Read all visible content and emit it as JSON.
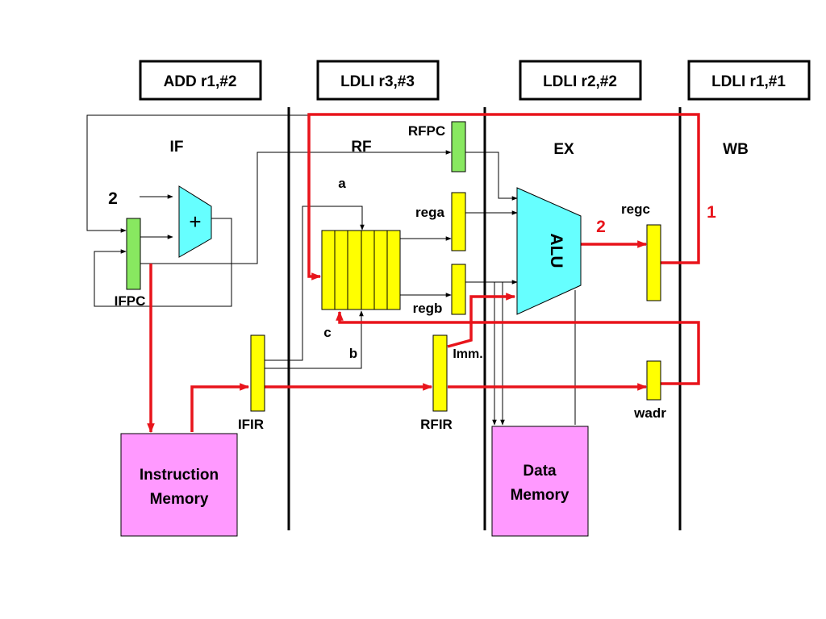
{
  "instructions": {
    "if": "ADD r1,#2",
    "rf": "LDLI r3,#3",
    "ex": "LDLI r2,#2",
    "wb": "LDLI r1,#1"
  },
  "stages": {
    "if": "IF",
    "rf": "RF",
    "ex": "EX",
    "wb": "WB"
  },
  "labels": {
    "adder_const": "2",
    "adder_symbol": "+",
    "ifpc": "IFPC",
    "ifir": "IFIR",
    "rfpc": "RFPC",
    "rega": "rega",
    "regb": "regb",
    "rfir": "RFIR",
    "imm": "Imm.",
    "port_a": "a",
    "port_b": "b",
    "port_c": "c",
    "alu": "ALU",
    "regc": "regc",
    "wadr": "wadr",
    "alu_out_value": "2",
    "wb_value": "1",
    "instr_mem_line1": "Instruction",
    "instr_mem_line2": "Memory",
    "data_mem_line1": "Data",
    "data_mem_line2": "Memory"
  },
  "colors": {
    "register_yellow": "#ffff00",
    "pc_green": "#88e860",
    "adder_alu_cyan": "#66ffff",
    "memory_pink": "#ff99ff",
    "active_path_red": "#e8141b"
  }
}
